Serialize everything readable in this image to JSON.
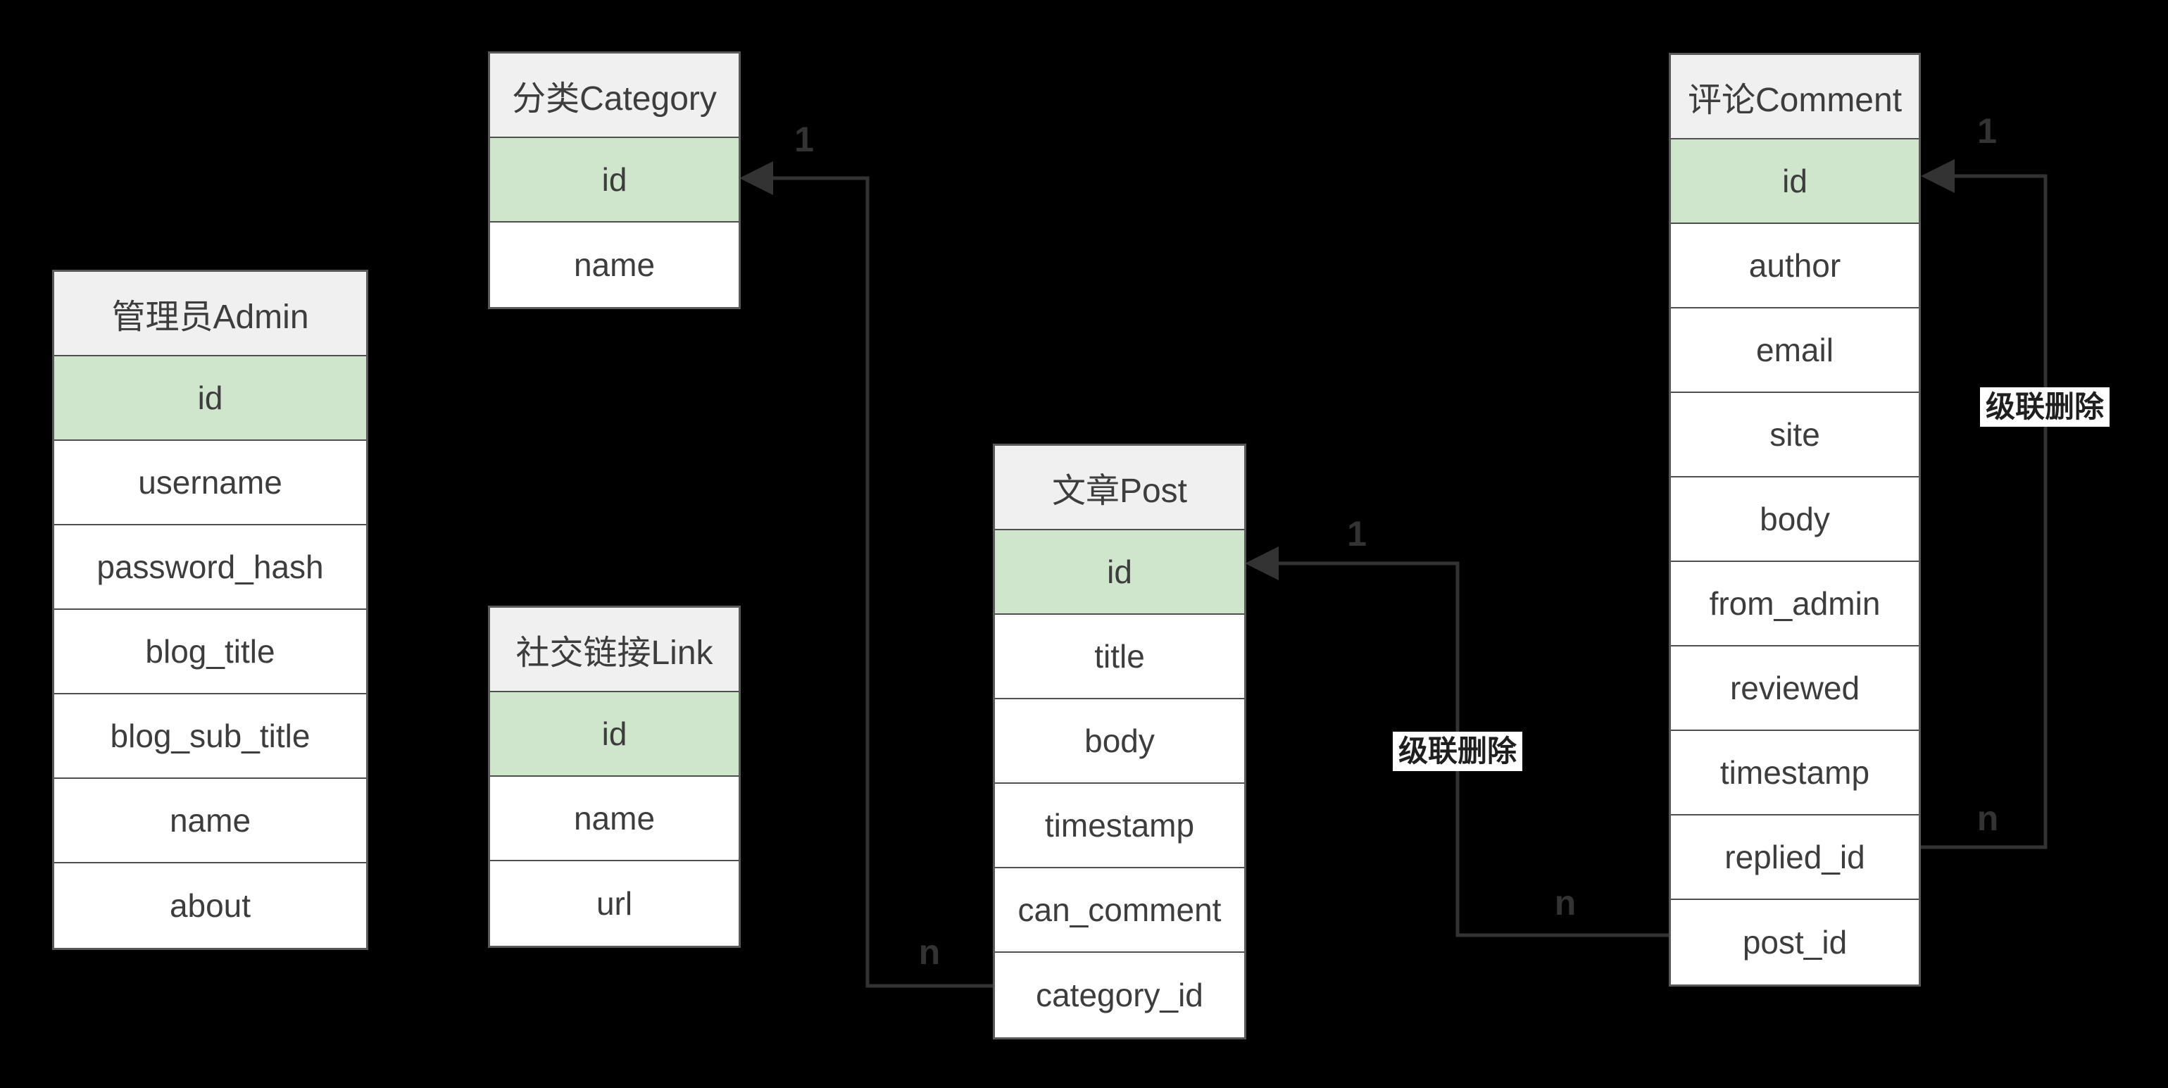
{
  "colors": {
    "background": "#000000",
    "table_header_fill": "#f0f0f0",
    "primary_key_fill": "#cfe6cd",
    "row_fill": "#ffffff",
    "table_border": "#595959",
    "text": "#3d3d3d",
    "connector": "#333333",
    "cascade_note_bg": "#ffffff",
    "cascade_note_text": "#1f1f1f"
  },
  "tables": {
    "admin": {
      "title": "管理员Admin",
      "fields": [
        "id",
        "username",
        "password_hash",
        "blog_title",
        "blog_sub_title",
        "name",
        "about"
      ]
    },
    "category": {
      "title": "分类Category",
      "fields": [
        "id",
        "name"
      ]
    },
    "link": {
      "title": "社交链接Link",
      "fields": [
        "id",
        "name",
        "url"
      ]
    },
    "post": {
      "title": "文章Post",
      "fields": [
        "id",
        "title",
        "body",
        "timestamp",
        "can_comment",
        "category_id"
      ]
    },
    "comment": {
      "title": "评论Comment",
      "fields": [
        "id",
        "author",
        "email",
        "site",
        "body",
        "from_admin",
        "reviewed",
        "timestamp",
        "replied_id",
        "post_id"
      ]
    }
  },
  "relations": {
    "category_post": {
      "one": "1",
      "many": "n"
    },
    "post_comment": {
      "one": "1",
      "many": "n",
      "note": "级联删除"
    },
    "comment_self": {
      "one": "1",
      "many": "n",
      "note": "级联删除"
    }
  }
}
